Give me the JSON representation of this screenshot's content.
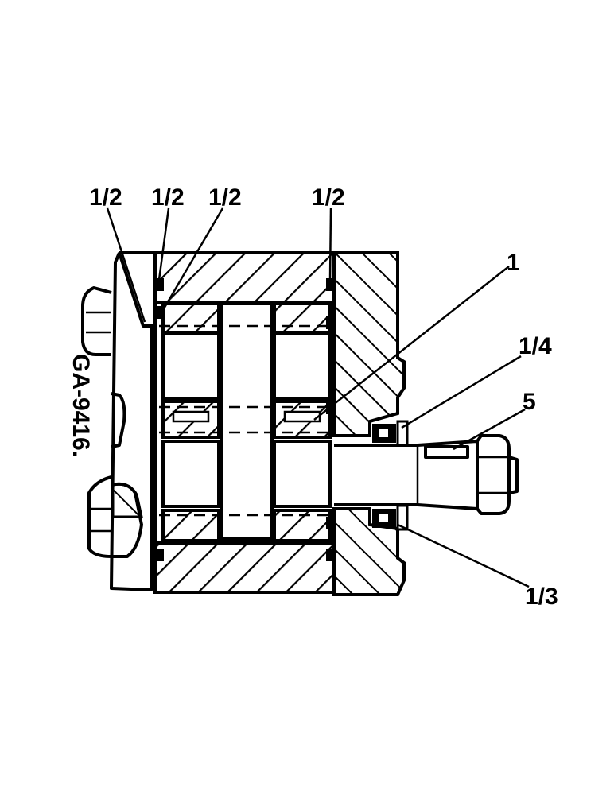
{
  "drawing": {
    "id_label": "GA-9416."
  },
  "callouts": [
    {
      "id": "seal-1",
      "text": "1/2"
    },
    {
      "id": "seal-2",
      "text": "1/2"
    },
    {
      "id": "seal-3",
      "text": "1/2"
    },
    {
      "id": "seal-4",
      "text": "1/2"
    },
    {
      "id": "bearing-bushing",
      "text": "1"
    },
    {
      "id": "shaft-seal-outer",
      "text": "1/4"
    },
    {
      "id": "key",
      "text": "5"
    },
    {
      "id": "shaft-seal-inner",
      "text": "1/3"
    }
  ],
  "colors": {
    "ink": "#000000",
    "paper": "#ffffff"
  }
}
